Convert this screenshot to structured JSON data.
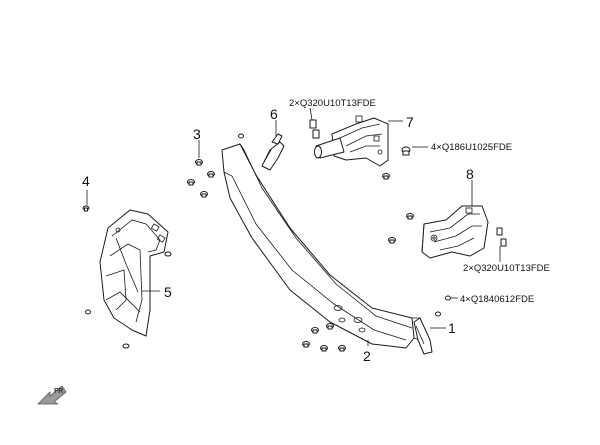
{
  "callouts": {
    "c1": "1",
    "c2": "2",
    "c3": "3",
    "c4": "4",
    "c5": "5",
    "c6": "6",
    "c7": "7",
    "c8": "8"
  },
  "fastener_labels": {
    "f_top": "2×Q320U10T13FDE",
    "f_right7": "4×Q186U1025FDE",
    "f_right8": "2×Q320U10T13FDE",
    "f_bottom1": "4×Q1840612FDE"
  },
  "direction_label": "FR",
  "colors": {
    "line": "#1a1a1a",
    "arrow": "#9a9a9a"
  },
  "icons": {
    "direction": "front-direction-arrow-icon",
    "bolt": "flange-bolt-icon",
    "clip": "nut-clip-icon"
  }
}
